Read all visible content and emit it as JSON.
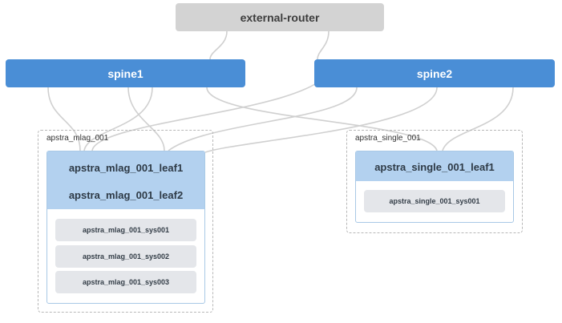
{
  "diagram": {
    "router": {
      "label": "external-router"
    },
    "spines": [
      {
        "label": "spine1"
      },
      {
        "label": "spine2"
      }
    ],
    "groups": [
      {
        "label": "apstra_mlag_001",
        "leaves": [
          "apstra_mlag_001_leaf1",
          "apstra_mlag_001_leaf2"
        ],
        "systems": [
          "apstra_mlag_001_sys001",
          "apstra_mlag_001_sys002",
          "apstra_mlag_001_sys003"
        ]
      },
      {
        "label": "apstra_single_001",
        "leaves": [
          "apstra_single_001_leaf1"
        ],
        "systems": [
          "apstra_single_001_sys001"
        ]
      }
    ],
    "colors": {
      "router_fill": "#d3d3d3",
      "spine_fill": "#4a8ed6",
      "leaf_fill": "#b3d1ef",
      "system_fill": "#e4e6ea",
      "link_stroke": "#d0d0d0"
    }
  }
}
